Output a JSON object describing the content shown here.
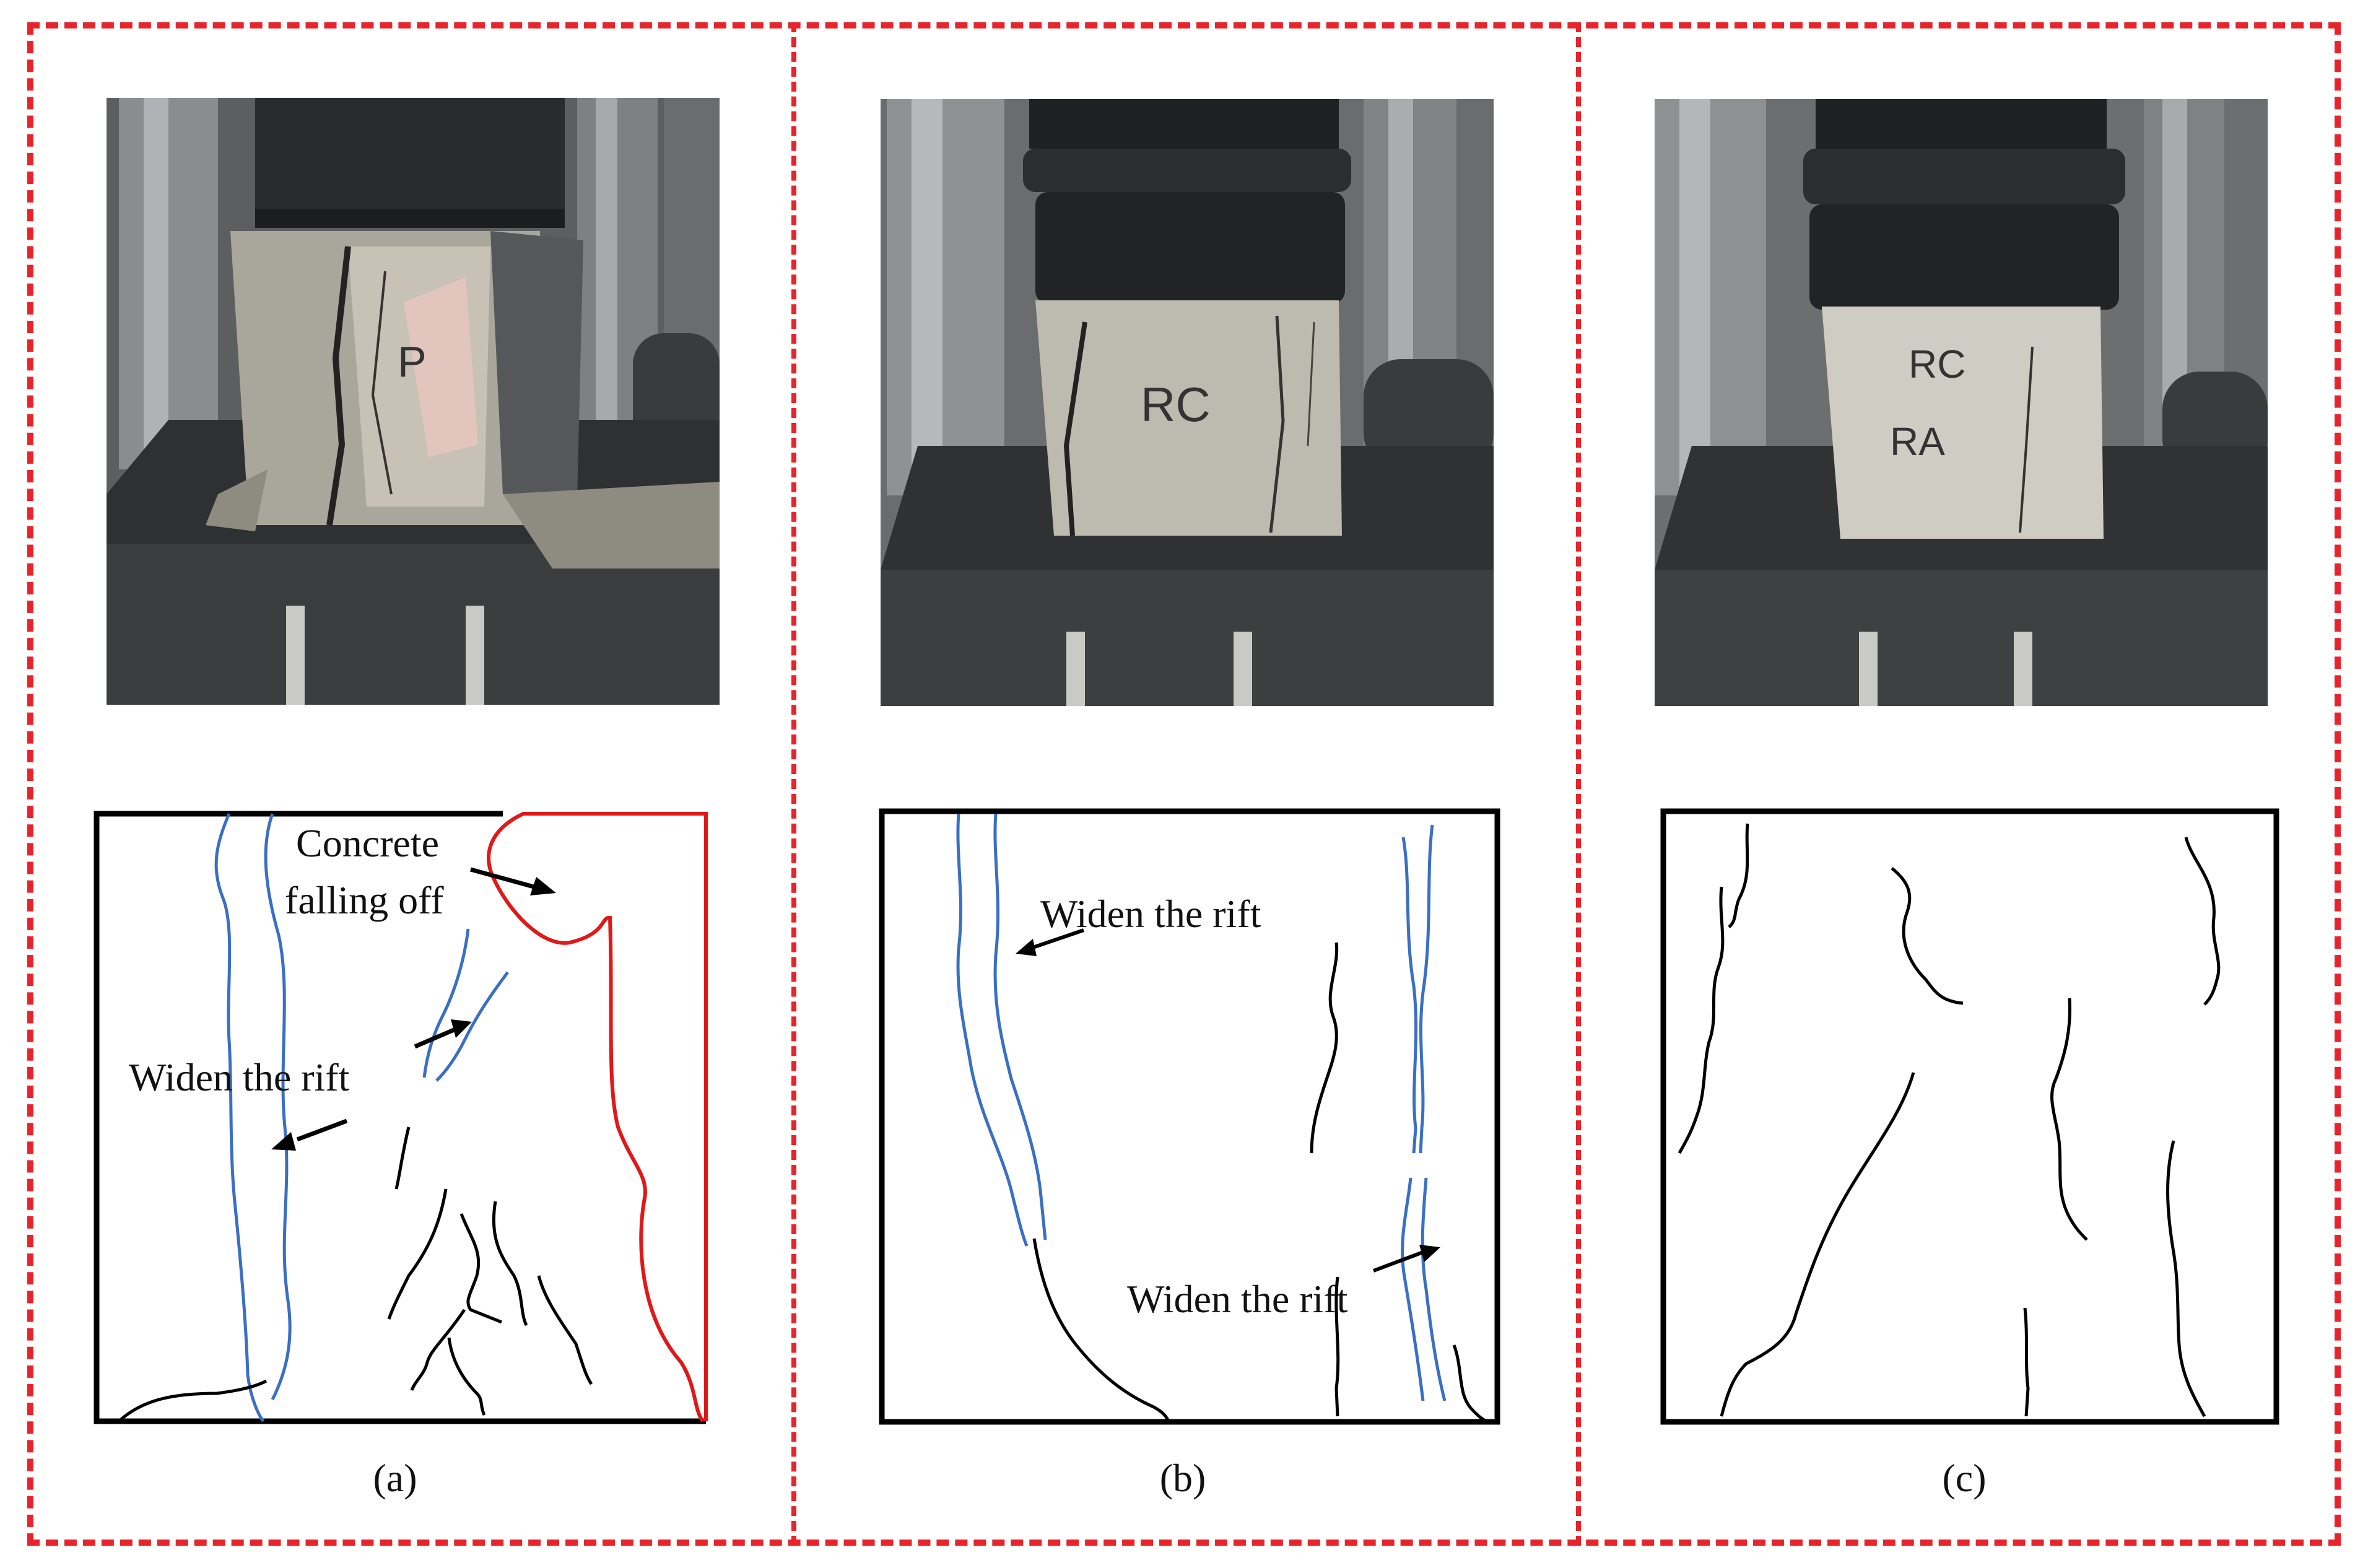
{
  "panels": [
    {
      "id": "a",
      "label": "(a)",
      "specimen_marking": "P",
      "annotations": {
        "concrete_falling_line1": "Concrete",
        "concrete_falling_line2": "falling off",
        "widen_rift": "Widen the rift"
      }
    },
    {
      "id": "b",
      "label": "(b)",
      "specimen_marking": "RC",
      "annotations": {
        "widen_rift_top": "Widen the rift",
        "widen_rift_bottom": "Widen the rift"
      }
    },
    {
      "id": "c",
      "label": "(c)",
      "specimen_marking_line1": "RC",
      "specimen_marking_line2": "RA",
      "annotations": {}
    }
  ],
  "colors": {
    "frame_dashes": "#e8232a",
    "widened_crack": "#3a6fc4",
    "crack": "#111111",
    "spalling_outline": "#e01818"
  }
}
